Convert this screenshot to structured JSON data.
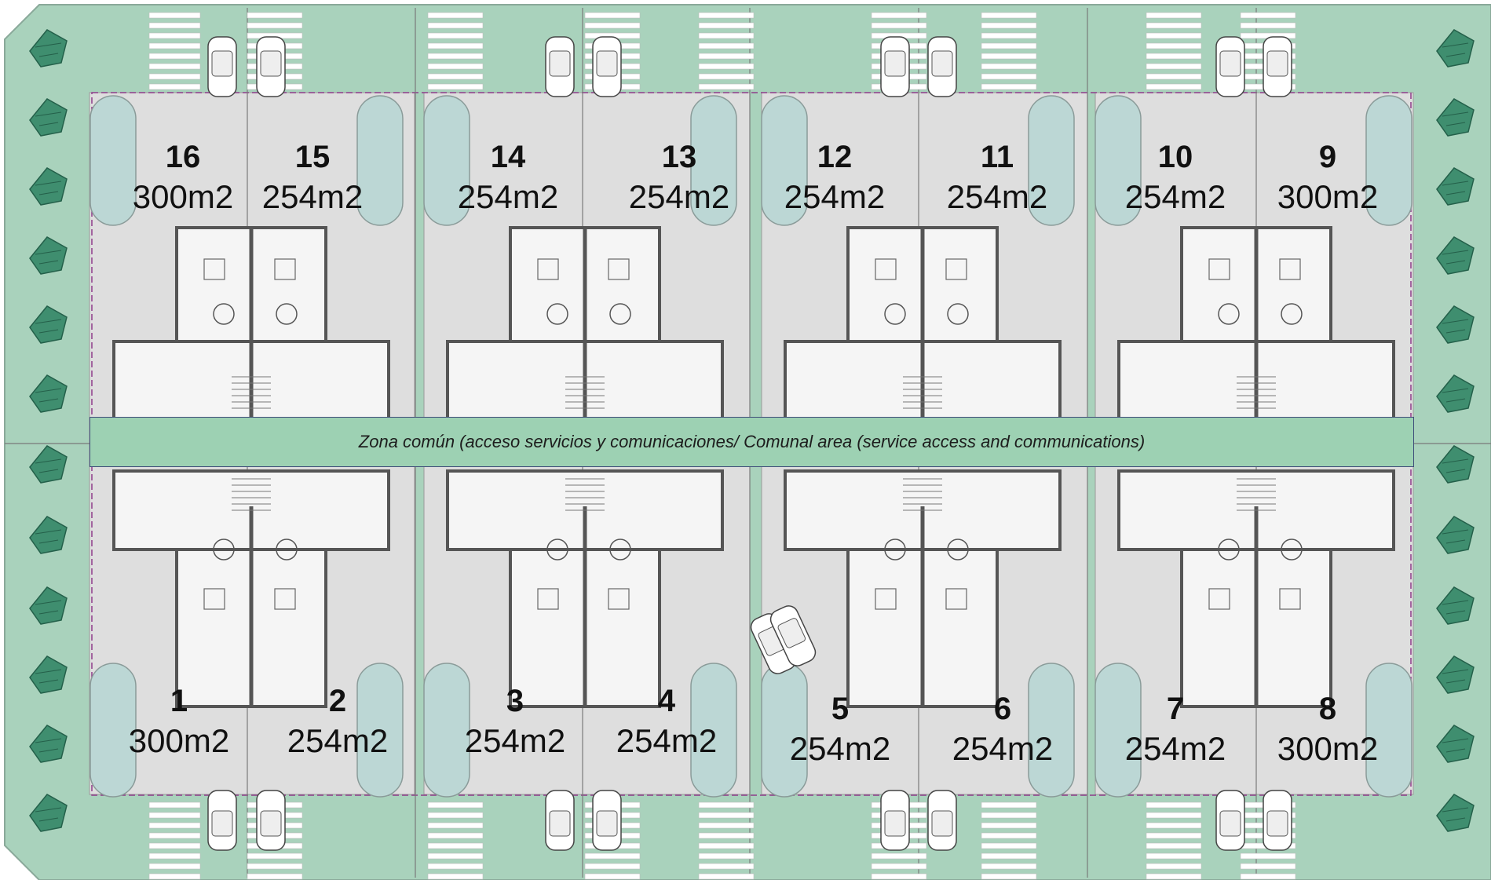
{
  "common_area_label": "Zona común (acceso servicios y comunicaciones/ Comunal area (service access and communications)",
  "colors": {
    "landscape": "#a9d2bc",
    "lot": "#dedede",
    "pool": "#bcd7d5",
    "common_band": "#9dd1b3",
    "tree": "#3f8e6f"
  },
  "units": [
    {
      "number": "16",
      "area": "300m2"
    },
    {
      "number": "15",
      "area": "254m2"
    },
    {
      "number": "14",
      "area": "254m2"
    },
    {
      "number": "13",
      "area": "254m2"
    },
    {
      "number": "12",
      "area": "254m2"
    },
    {
      "number": "11",
      "area": "254m2"
    },
    {
      "number": "10",
      "area": "254m2"
    },
    {
      "number": "9",
      "area": "300m2"
    },
    {
      "number": "1",
      "area": "300m2"
    },
    {
      "number": "2",
      "area": "254m2"
    },
    {
      "number": "3",
      "area": "254m2"
    },
    {
      "number": "4",
      "area": "254m2"
    },
    {
      "number": "5",
      "area": "254m2"
    },
    {
      "number": "6",
      "area": "254m2"
    },
    {
      "number": "7",
      "area": "254m2"
    },
    {
      "number": "8",
      "area": "300m2"
    }
  ]
}
